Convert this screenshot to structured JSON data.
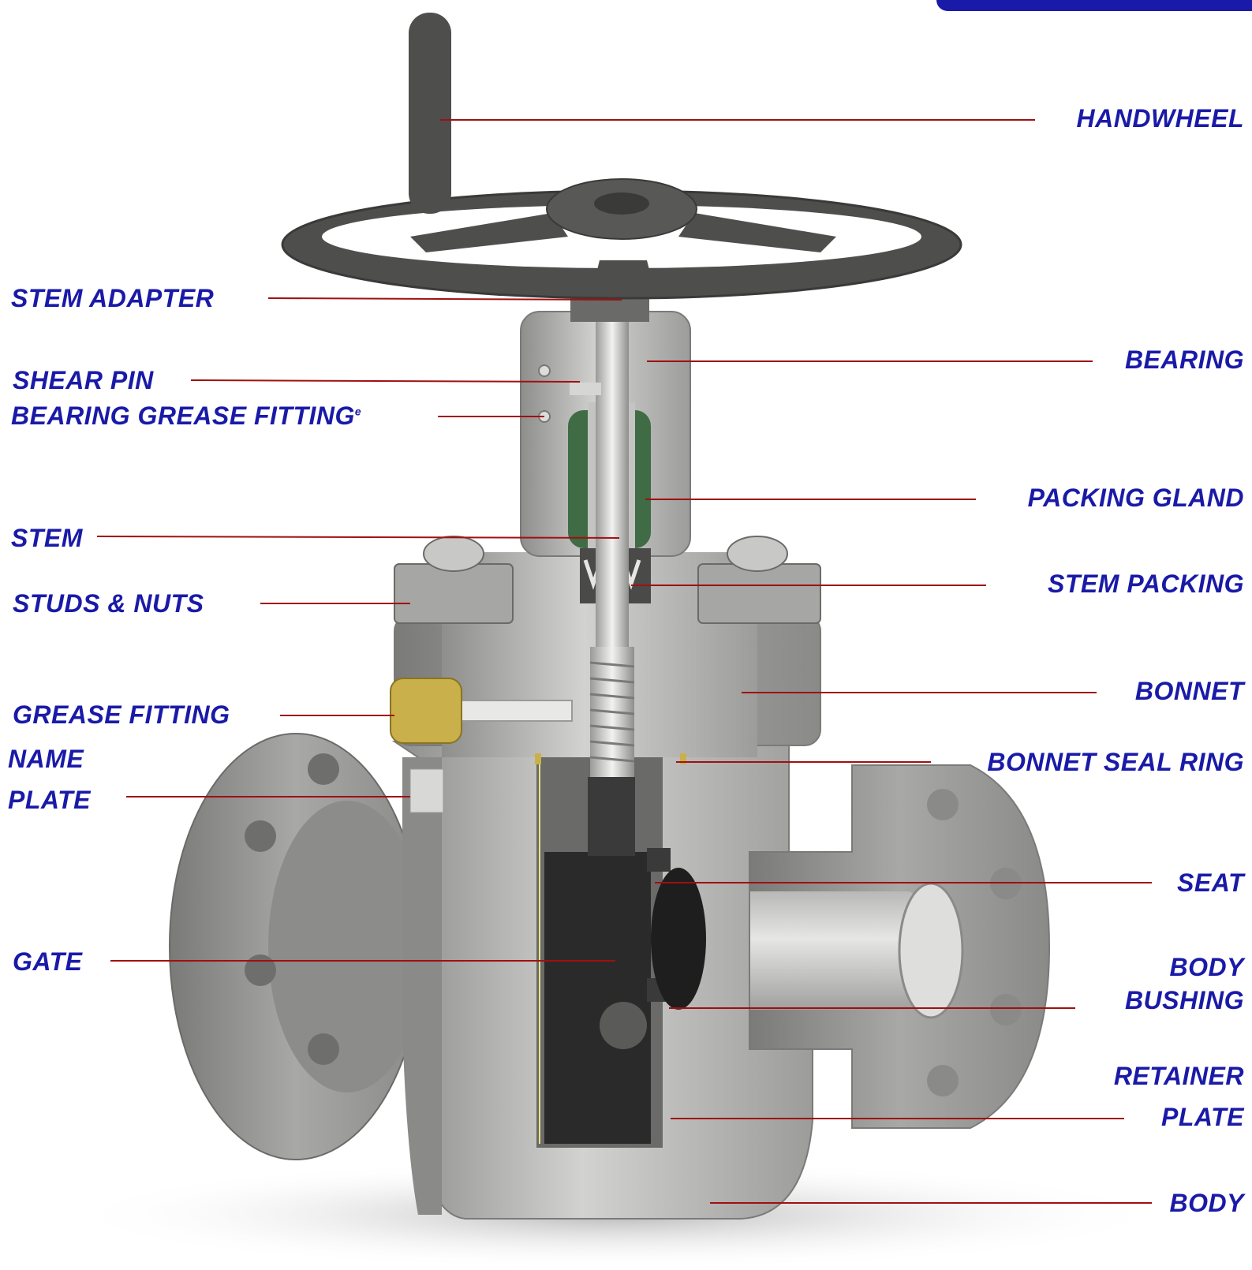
{
  "colors": {
    "label": "#1a1aa8",
    "leader": "#a01010",
    "metal_light": "#c4c4c2",
    "metal_mid": "#9a9a98",
    "metal_dark": "#555555",
    "gate_dark": "#2a2a2a",
    "packing_green": "#3f6b45",
    "brass": "#c9b04a"
  },
  "labels": {
    "handwheel": "HANDWHEEL",
    "stem_adapter": "STEM ADAPTER",
    "bearing": "BEARING",
    "shear_pin": "SHEAR PIN",
    "bearing_grease_fitting": "BEARING GREASE FITTING",
    "bearing_grease_fitting_mark": "e",
    "packing_gland": "PACKING GLAND",
    "stem": "STEM",
    "studs_nuts": "STUDS & NUTS",
    "stem_packing": "STEM PACKING",
    "bonnet": "BONNET",
    "grease_fitting": "GREASE FITTING",
    "name_plate_line1": "NAME",
    "name_plate_line2": "PLATE",
    "bonnet_seal_ring": "BONNET SEAL RING",
    "seat": "SEAT",
    "gate": "GATE",
    "body_bushing_line1": "BODY",
    "body_bushing_line2": "BUSHING",
    "retainer_plate_line1": "RETAINER",
    "retainer_plate_line2": "PLATE",
    "body": "BODY"
  }
}
